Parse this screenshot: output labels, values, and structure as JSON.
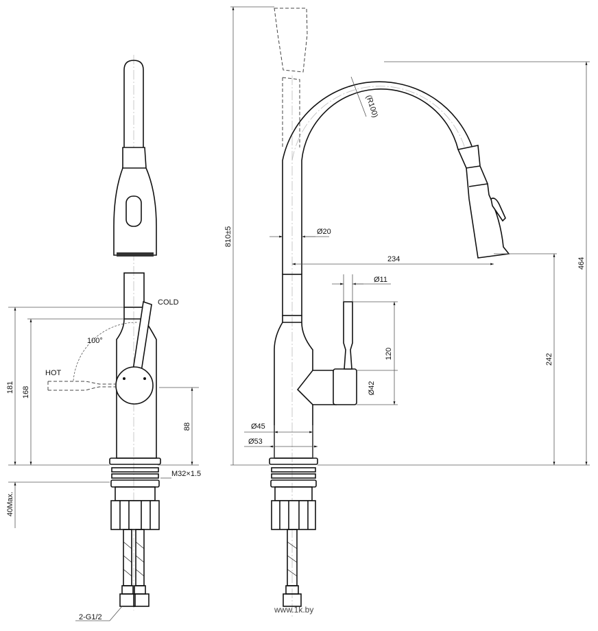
{
  "labels": {
    "cold": "COLD",
    "hot": "HOT",
    "angle": "100°",
    "height_181": "181",
    "height_168": "168",
    "height_88": "88",
    "thread": "M32×1.5",
    "max_40": "40Max.",
    "connector": "2-G1/2",
    "total_height": "810±5",
    "tube_dia": "Ø20",
    "radius": "(R100)",
    "reach": "234",
    "handle_dia": "Ø11",
    "handle_len": "120",
    "hub_dia": "Ø42",
    "spout_clear": "242",
    "spout_height": "464",
    "body_dia": "Ø45",
    "base_dia": "Ø53"
  },
  "watermark": "www.1k.by"
}
